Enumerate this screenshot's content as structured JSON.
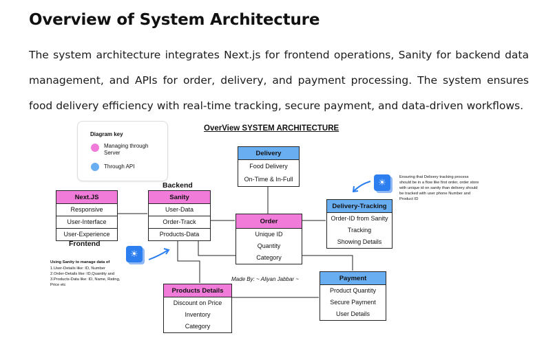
{
  "heading": "Overview of System Architecture",
  "paragraph": "The system architecture integrates Next.js for frontend operations, Sanity for backend data management, and APIs for order, delivery, and payment processing. The system ensures food delivery efficiency with real-time tracking, secure payment, and data-driven workflows.",
  "diagram": {
    "title": "OverView SYSTEM ARCHITECTURE",
    "key": {
      "title": "Diagram key",
      "items": [
        {
          "label": "Managing through Server",
          "color": "#f07bd8"
        },
        {
          "label": "Through API",
          "color": "#6aaef2"
        }
      ]
    },
    "labels": {
      "backend": "Backend",
      "frontend": "Frontend"
    },
    "boxes": {
      "nextjs": {
        "title": "Next.JS",
        "rows": [
          "Responsive",
          "User-Interface",
          "User-Experience"
        ]
      },
      "sanity": {
        "title": "Sanity",
        "rows": [
          "User-Data",
          "Order-Track",
          "Products-Data"
        ]
      },
      "delivery": {
        "title": "Delivery",
        "rows": [
          "Food Delivery",
          "On-Time & In-Full"
        ]
      },
      "order": {
        "title": "Order",
        "rows": [
          "Unique ID",
          "Quantity",
          "Category"
        ]
      },
      "tracking": {
        "title": "Delivery-Tracking",
        "rows": [
          "Order-ID from Sanity",
          "Tracking",
          "Showing Details"
        ]
      },
      "products": {
        "title": "Products Details",
        "rows": [
          "Discount on Price",
          "Inventory",
          "Category"
        ]
      },
      "payment": {
        "title": "Payment",
        "rows": [
          "Product Quantity",
          "Secure Payment",
          "User Details"
        ]
      }
    },
    "note_right": "Ensuring that Delivery tracking process should be in a flow like first order, order store with unique id on sanity than delivery should be tracked with user phone Number and Product ID",
    "note_left_title": "Using Sanity to manage data of",
    "note_left_lines": [
      "1.User-Details like: ID, Number",
      "2.Order-Details like: ID,Quantity and",
      "3.Products-Data like: ID, Name, Rating, Price etc"
    ],
    "made_by": "Made By: ~ Aliyan Jabbar ~",
    "icons": {
      "bulb": "lightbulb-icon",
      "arrow": "curved-arrow-icon"
    }
  }
}
